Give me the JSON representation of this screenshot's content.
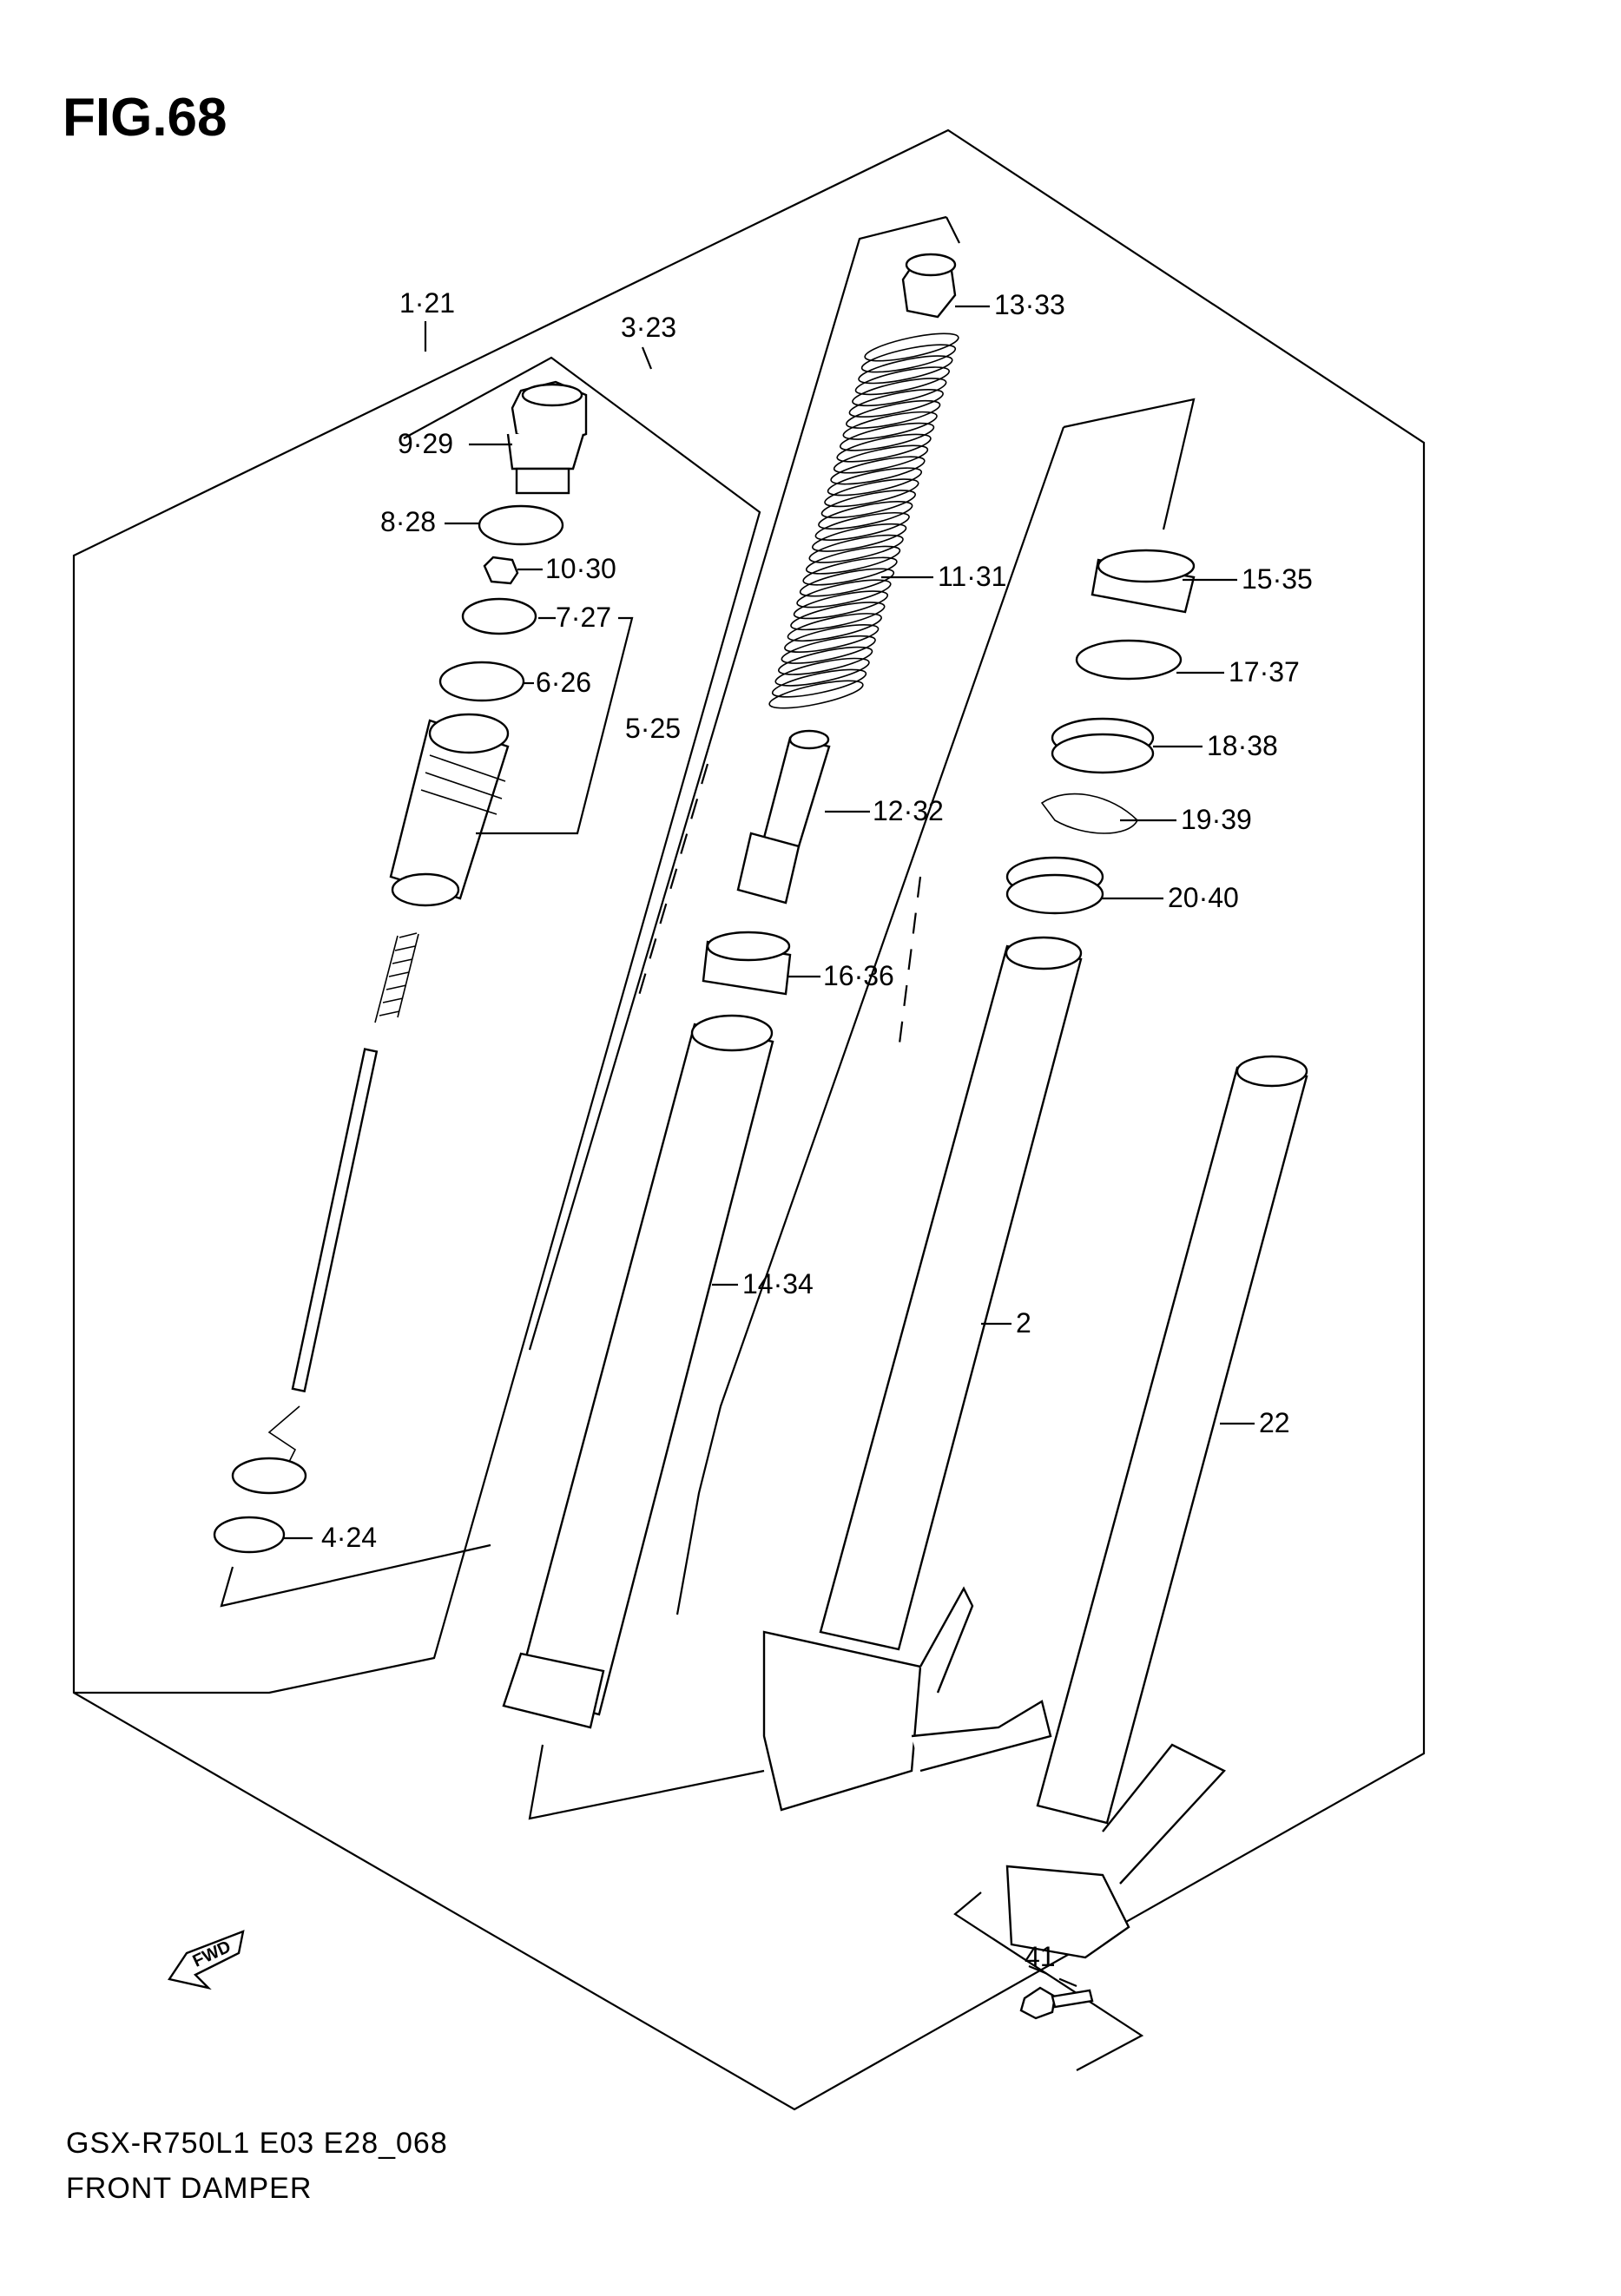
{
  "figure": {
    "title": "FIG.68",
    "code": "GSX-R750L1 E03 E28_068",
    "name": "FRONT DAMPER"
  },
  "fwd_label": "FWD",
  "callouts": {
    "c1_21": "1·21",
    "c3_23": "3·23",
    "c9_29": "9·29",
    "c8_28": "8·28",
    "c10_30": "10·30",
    "c7_27": "7·27",
    "c6_26": "6·26",
    "c5_25": "5·25",
    "c4_24": "4·24",
    "c13_33": "13·33",
    "c11_31": "11·31",
    "c12_32": "12·32",
    "c16_36": "16·36",
    "c14_34": "14·34",
    "c15_35": "15·35",
    "c17_37": "17·37",
    "c18_38": "18·38",
    "c19_39": "19·39",
    "c20_40": "20·40",
    "c2": "2",
    "c22": "22",
    "c41": "41"
  }
}
